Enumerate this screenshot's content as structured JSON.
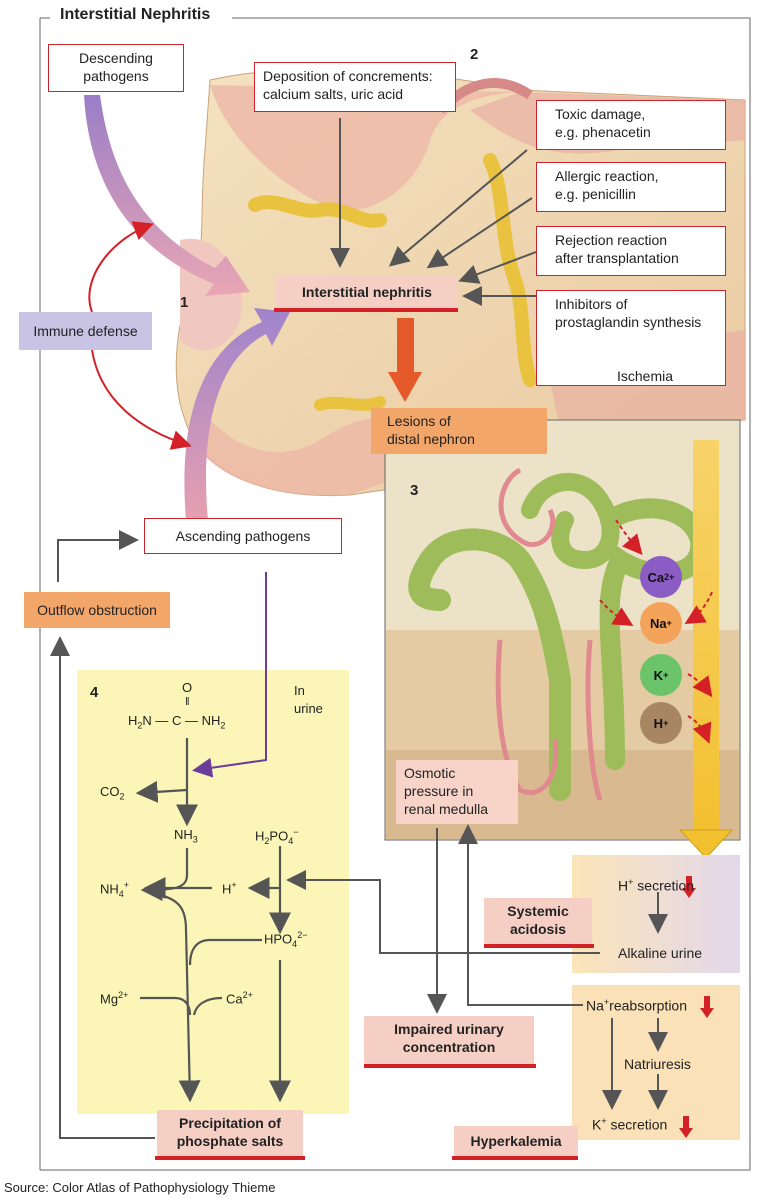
{
  "title": "Interstitial Nephritis",
  "panel_numbers": {
    "p1": "1",
    "p2": "2",
    "p3": "3",
    "p4": "4"
  },
  "boxes": {
    "descending": [
      "Descending",
      "pathogens"
    ],
    "deposition": [
      "Deposition of concrements:",
      "calcium salts, uric acid"
    ],
    "toxic": [
      "Toxic damage,",
      "e.g. phenacetin"
    ],
    "allergic": [
      "Allergic reaction,",
      "e.g. penicillin"
    ],
    "rejection": [
      "Rejection reaction",
      "after transplantation"
    ],
    "inhibitors": [
      "Inhibitors of",
      "prostaglandin synthesis"
    ],
    "ischemia": "Ischemia",
    "immune": "Immune defense",
    "interstitial": "Interstitial nephritis",
    "lesions": [
      "Lesions of",
      "distal nephron"
    ],
    "ascending": "Ascending pathogens",
    "outflow": "Outflow obstruction",
    "osmotic": [
      "Osmotic",
      "pressure in",
      "renal medulla"
    ],
    "systemic": [
      "Systemic",
      "acidosis"
    ],
    "impaired": [
      "Impaired urinary",
      "concentration"
    ],
    "precipitation": [
      "Precipitation of",
      "phosphate salts"
    ],
    "hyperkalemia": "Hyperkalemia"
  },
  "nephron_ions": [
    {
      "label": "Ca",
      "sup": "2+",
      "color": "#8a5cc4"
    },
    {
      "label": "Na",
      "sup": "+",
      "color": "#f3a35a"
    },
    {
      "label": "K",
      "sup": "+",
      "color": "#6cc46a"
    },
    {
      "label": "H",
      "sup": "+",
      "color": "#a88664"
    }
  ],
  "right_panel": {
    "h_secretion": "secretion",
    "h_secretion_prefix": "H",
    "alkaline_urine": "Alkaline urine",
    "na_reabsorption": "reabsorption",
    "na_prefix": "Na",
    "natriuresis": "Natriuresis",
    "k_secretion": "secretion",
    "k_prefix": "K"
  },
  "chem": {
    "in_urine": [
      "In",
      "urine"
    ],
    "co2": "CO",
    "nh3": "NH",
    "h2po4": "H",
    "nh4": "NH",
    "h_plus": "H",
    "hpo4": "HPO",
    "mg": "Mg",
    "ca": "Ca"
  },
  "source": "Source: Color Atlas of Pathophysiology Thieme",
  "colors": {
    "red": "#d42027",
    "purple": "#8a60b8",
    "arrow": "#555555",
    "yellow_panel": "#fbf6b8",
    "peach_panel": "#fbe1b8"
  }
}
